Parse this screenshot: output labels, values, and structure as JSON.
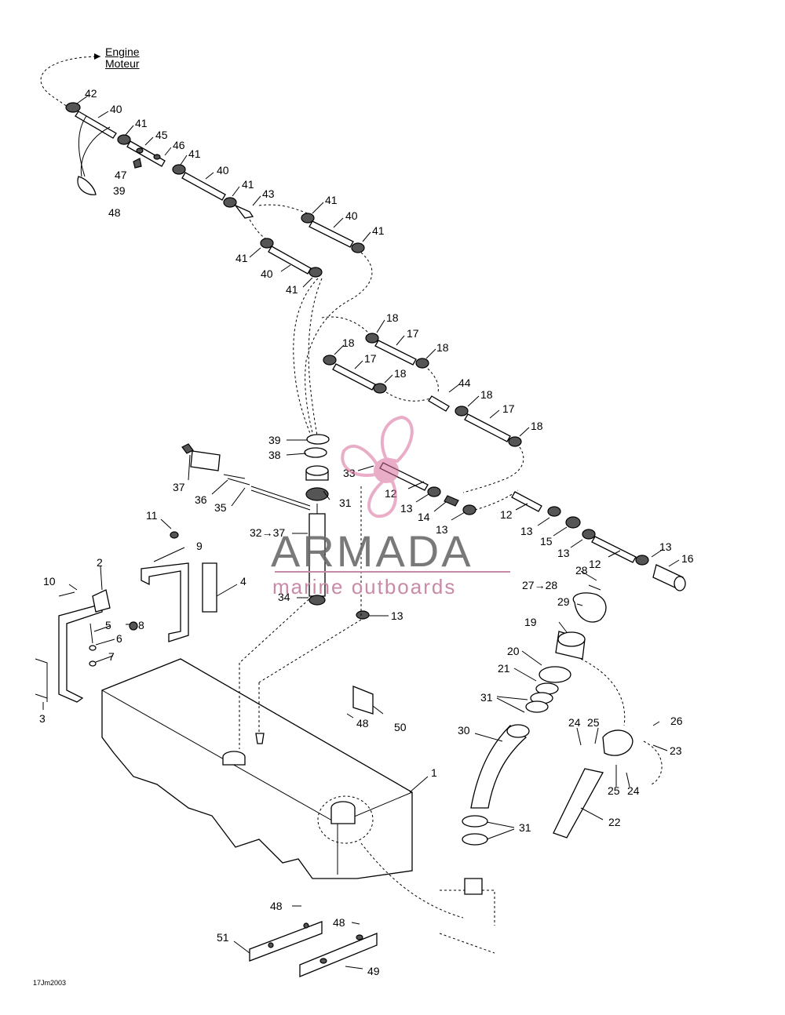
{
  "engine_label": {
    "line1": "Engine",
    "line2": "Moteur"
  },
  "watermark": {
    "brand": "ARMADA",
    "tagline": "marine outboards",
    "accent": "#c98aa8",
    "grey": "#6b6b6b"
  },
  "drawing_code": "17Jm2003",
  "callouts": [
    "42",
    "40",
    "41",
    "45",
    "46",
    "41",
    "47",
    "39",
    "48",
    "40",
    "41",
    "43",
    "41",
    "40",
    "41",
    "41",
    "40",
    "41",
    "18",
    "17",
    "18",
    "18",
    "17",
    "18",
    "44",
    "18",
    "17",
    "18",
    "39",
    "38",
    "33",
    "12",
    "37",
    "36",
    "31",
    "35",
    "13",
    "14",
    "13",
    "12",
    "13",
    "15",
    "13",
    "12",
    "13",
    "16",
    "11",
    "9",
    "32→37",
    "2",
    "10",
    "4",
    "28",
    "27→28",
    "29",
    "19",
    "34",
    "13",
    "5",
    "8",
    "6",
    "7",
    "20",
    "21",
    "31",
    "3",
    "48",
    "50",
    "30",
    "24",
    "25",
    "26",
    "23",
    "1",
    "25",
    "24",
    "22",
    "31",
    "48",
    "51",
    "48",
    "49"
  ]
}
